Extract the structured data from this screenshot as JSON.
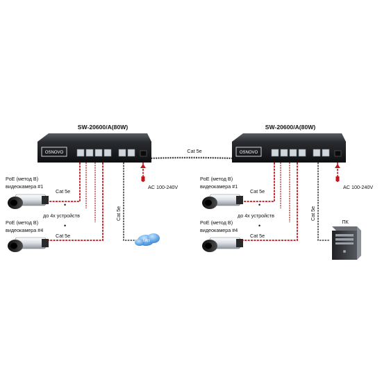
{
  "switches": [
    {
      "model": "SW-20600/A(80W)",
      "brand": "OSNOVO",
      "power": "AC 100-240V"
    },
    {
      "model": "SW-20600/A(80W)",
      "brand": "OSNOVO",
      "power": "AC 100-240V"
    }
  ],
  "labels": {
    "uplink": "Cat 5e",
    "cable": "Cat 5e",
    "camera1_line1": "PoE (метод B)",
    "camera1_line2": "видеокамера #1",
    "camera4_line1": "PoE (метод B)",
    "camera4_line2": "видеокамера #4",
    "devices": "до 4х устройств",
    "cloud": "LAN",
    "pc": "ПК"
  },
  "colors": {
    "switch_body": "#1c1c1e",
    "port": "#cfd6dc",
    "cable_red": "#c0161c",
    "cable_dark": "#3a3a3a",
    "cloud": "#4a9be8"
  }
}
